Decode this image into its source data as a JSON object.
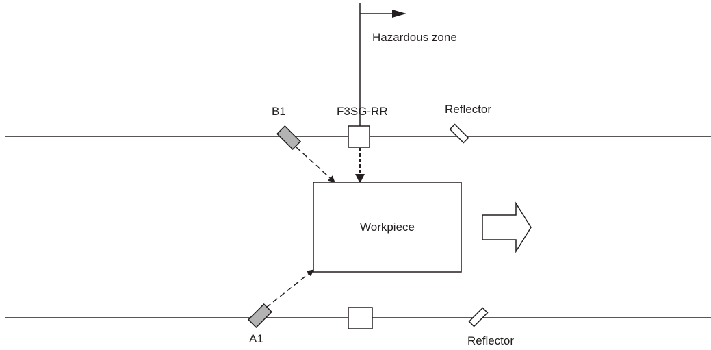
{
  "labels": {
    "hazardous_zone": "Hazardous zone",
    "sensor_model": "F3SG-RR",
    "reflector_top": "Reflector",
    "reflector_bottom": "Reflector",
    "sensor_b1": "B1",
    "sensor_a1": "A1",
    "workpiece": "Workpiece"
  },
  "colors": {
    "line": "#231f20",
    "sensor_fill": "#b3b3b3",
    "background": "#ffffff"
  },
  "icons": {
    "direction_arrow": "right-arrow-icon",
    "hazard_arrow": "right-arrow-icon"
  }
}
